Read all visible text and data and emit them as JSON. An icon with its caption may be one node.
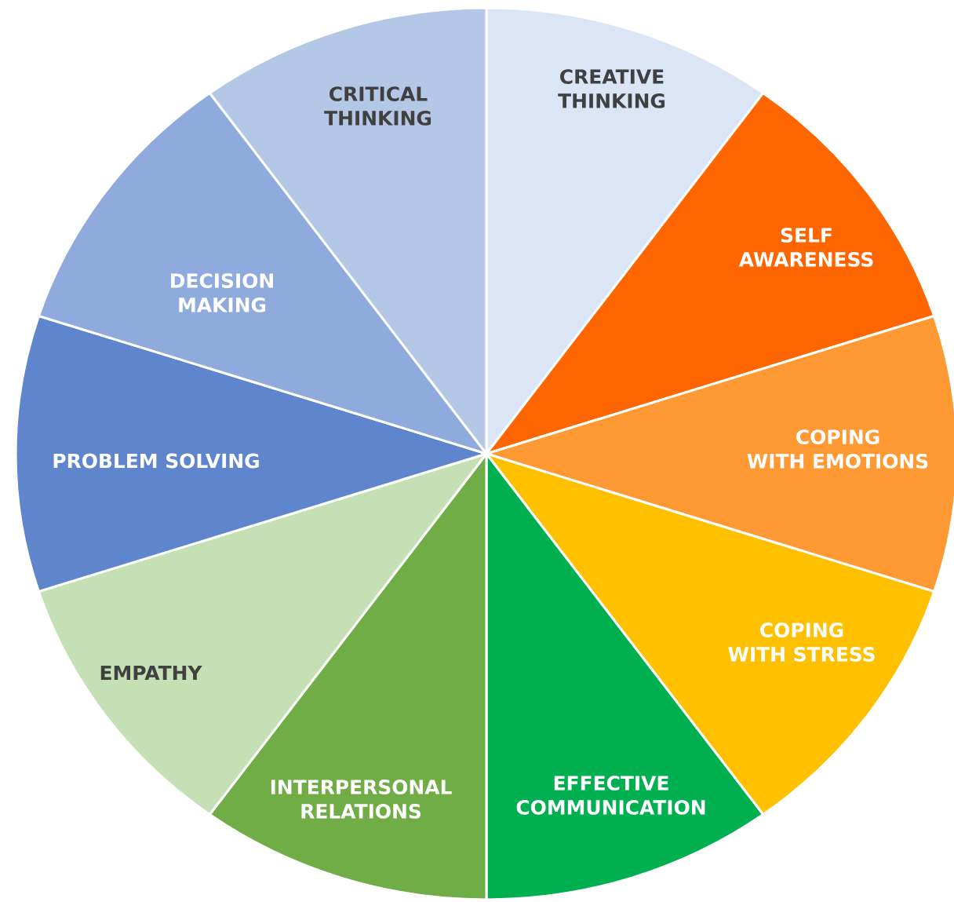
{
  "diagram": {
    "nodes": [
      {
        "text": [
          "CREATIVE THINKING"
        ]
      },
      {
        "text": [
          "SELF AWARENESS"
        ]
      },
      {
        "text": [
          "COPING WITH EMOTIONS"
        ]
      },
      {
        "text": [
          "COPING WITH STRESS"
        ]
      },
      {
        "text": [
          "EFFECTIVE COMMUNICATION"
        ]
      },
      {
        "text": [
          "INTERPERSONAL RELATIONS"
        ]
      },
      {
        "text": [
          "EMPATHY"
        ]
      },
      {
        "text": [
          "PROBLEM SOLVING"
        ]
      },
      {
        "text": [
          "DECISION MAKING"
        ]
      },
      {
        "text": [
          "CRITICAL THINKING"
        ]
      }
    ]
  }
}
